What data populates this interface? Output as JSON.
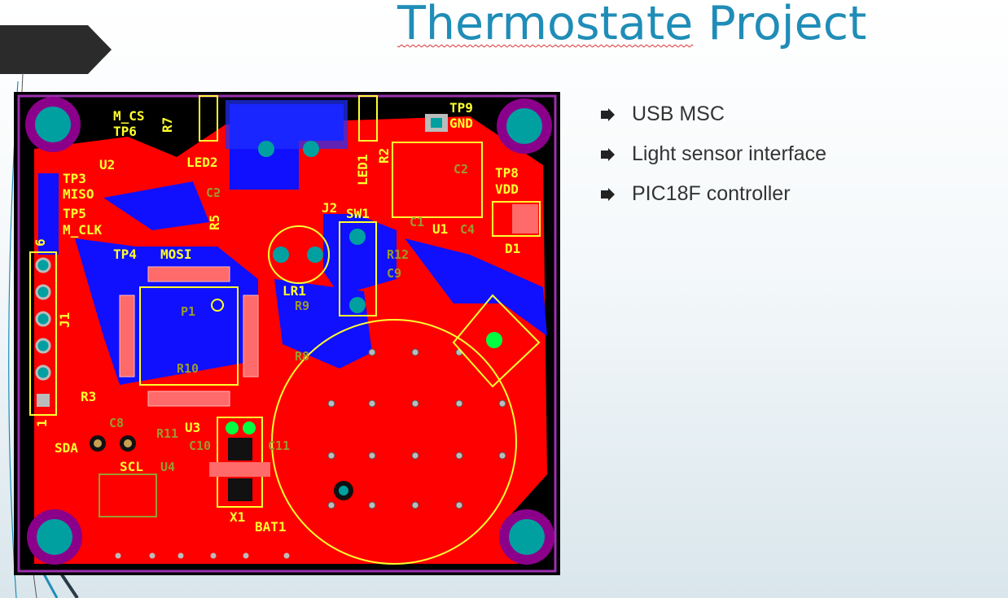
{
  "slide": {
    "title_part1": "Thermostate",
    "title_part2": " Project",
    "bullets": [
      "USB MSC",
      "Light sensor interface",
      "PIC18F controller"
    ]
  },
  "pcb_labels": {
    "m_cs": "M_CS",
    "tp6": "TP6",
    "r7": "R7",
    "u2": "U2",
    "led2": "LED2",
    "tp3": "TP3",
    "miso": "MISO",
    "tp5": "TP5",
    "m_clk": "M_CLK",
    "r5": "R5",
    "c5": "C5",
    "j2": "J2",
    "sw1": "SW1",
    "led1": "LED1",
    "r2": "R2",
    "tp9": "TP9",
    "gnd": "GND",
    "c2": "C2",
    "c1": "C1",
    "u1": "U1",
    "c4": "C4",
    "tp8": "TP8",
    "vdd": "VDD",
    "d1": "D1",
    "tp4": "TP4",
    "mosi": "MOSI",
    "lr1": "LR1",
    "r12": "R12",
    "c9": "C9",
    "p1": "P1",
    "r9": "R9",
    "r8": "R8",
    "j1": "J1",
    "pin6": "6",
    "pin1": "1",
    "r3": "R3",
    "r10": "R10",
    "u3": "U3",
    "c8": "C8",
    "r11": "R11",
    "c10": "C10",
    "c11": "C11",
    "sda": "SDA",
    "scl": "SCL",
    "u4": "U4",
    "x1": "X1",
    "bat1": "BAT1"
  },
  "colors": {
    "title": "#1f8db7",
    "pcb_top": "#ff0000",
    "pcb_bottom": "#1010ff",
    "silkscreen": "#ffff30",
    "board_edge": "#800080",
    "pad": "#a0a0a0"
  }
}
